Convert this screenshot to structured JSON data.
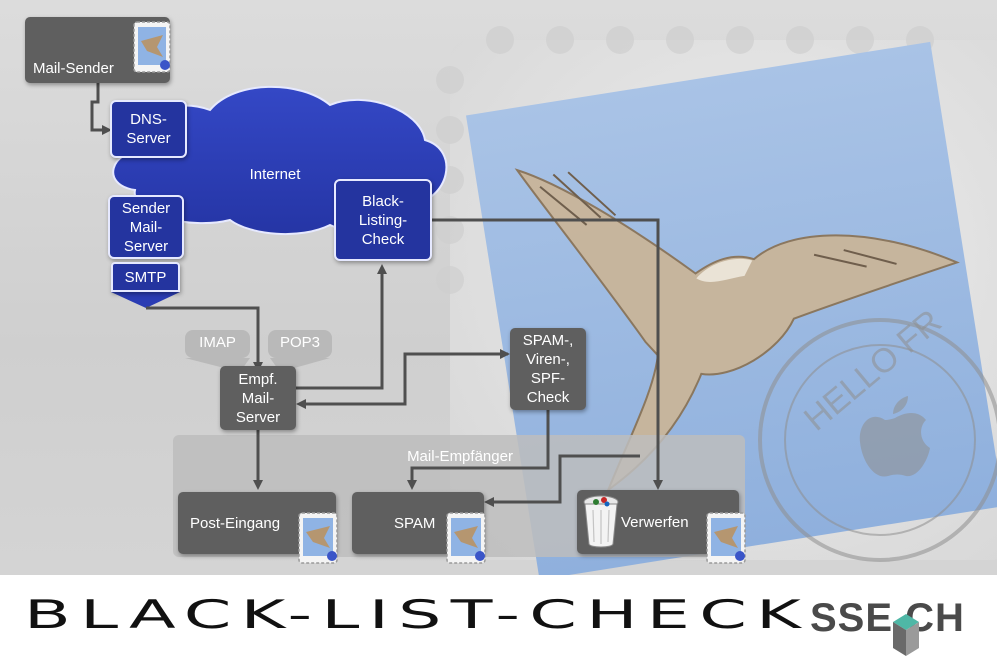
{
  "nodes": {
    "mail_sender": "Mail-Sender",
    "dns_server": [
      "DNS-",
      "Server"
    ],
    "internet": "Internet",
    "sender_mail_server": [
      "Sender",
      "Mail-",
      "Server"
    ],
    "smtp": "SMTP",
    "blacklisting_check": [
      "Black-",
      "Listing-",
      "Check"
    ],
    "imap": "IMAP",
    "pop3": "POP3",
    "empf_mail_server": [
      "Empf.",
      "Mail-",
      "Server"
    ],
    "spam_check": [
      "SPAM-,",
      "Viren-,",
      "SPF-",
      "Check"
    ],
    "mail_empfaenger": "Mail-Empfänger",
    "post_eingang": "Post-Eingang",
    "spam": "SPAM",
    "verwerfen": "Verwerfen"
  },
  "stamp_text": "HELLO FR",
  "footer": {
    "title": "BLACK-LIST-CHECK",
    "logo": "SSE CH"
  },
  "colors": {
    "node_gray": "#5f5f5f",
    "node_blue": "#24349f",
    "cloud_blue": "#2b3db8",
    "arrow": "#4f4f4f",
    "sky": "#9ab6dc"
  },
  "icons": [
    "mail-stamp-icon",
    "trash-can-icon",
    "apple-logo-icon",
    "hawk-icon"
  ]
}
